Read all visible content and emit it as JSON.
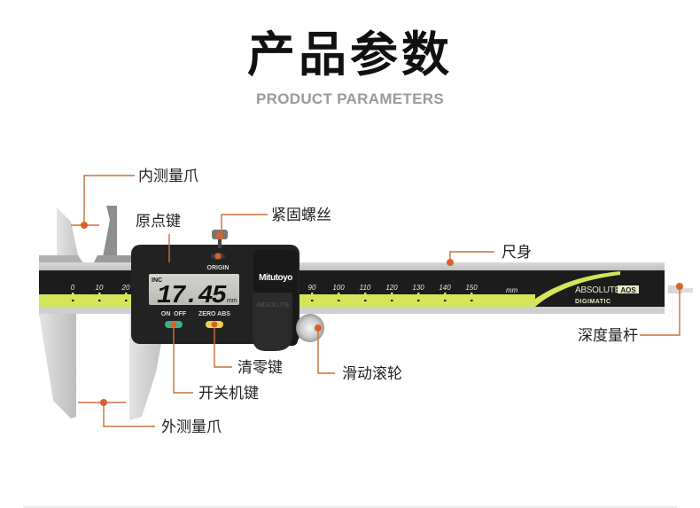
{
  "header": {
    "title": "产品参数",
    "subtitle": "PRODUCT PARAMETERS"
  },
  "caliper": {
    "brand": "Mitutoyo",
    "display": {
      "mode": "INC",
      "reading": "17.45",
      "unit": "mm",
      "origin_label": "ORIGIN",
      "onoff_label": "ON  OFF",
      "zeroabs_label": "ZERO ABS"
    },
    "thumb_label": "ABSOLUTE",
    "scale_ticks": [
      "0",
      "10",
      "20",
      "90",
      "100",
      "110",
      "120",
      "130",
      "140",
      "150"
    ],
    "scale_unit": "mm",
    "beam_logo": "ABSOLUTE",
    "beam_logo_badge": "AOS",
    "beam_sublogo": "DIGIMATIC"
  },
  "callouts": {
    "inner_jaw": "内测量爪",
    "origin_key": "原点键",
    "lock_screw": "紧固螺丝",
    "beam": "尺身",
    "depth_rod": "深度量杆",
    "zero_key": "清零键",
    "thumb_roller": "滑动滚轮",
    "power_key": "开关机键",
    "outer_jaw": "外测量爪"
  },
  "colors": {
    "accent_orange": "#d9622b",
    "leader_line": "#c8703a",
    "scale_green": "#d4e55a",
    "body_black": "#1c1c1c"
  }
}
